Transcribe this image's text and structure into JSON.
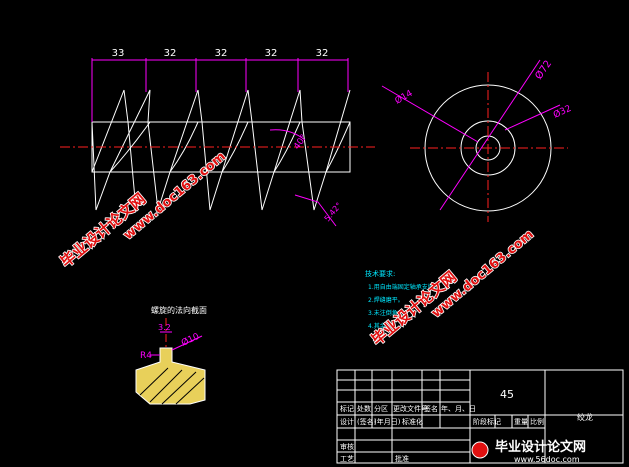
{
  "dimensions": {
    "pitch": [
      "33",
      "32",
      "32",
      "32",
      "32"
    ],
    "angle": "40°",
    "diameter_outer": "Ø72",
    "diameter_inner": "Ø32",
    "diameter_bore": "Ø14",
    "flank_radius": "R4",
    "flank_dia": "Ø10",
    "flank_small": "3.2",
    "helix_small": "5.42°"
  },
  "section_view": {
    "title": "螺旋的法向截面"
  },
  "tech_notes": {
    "title": "技术要求:",
    "items": [
      "1.用自由端固定轴承支撑。",
      "2.焊缝磨平。",
      "3.未注倒角C1。",
      "4.其余"
    ]
  },
  "title_block": {
    "material": "45",
    "part_name": "绞龙",
    "row_marks": [
      "标记",
      "处数",
      "分区",
      "更改文件号",
      "签名",
      "年、月、日"
    ],
    "row_design": [
      "设计",
      "(签名)",
      "(年月日)",
      "标准化",
      "阶段标记",
      "重量",
      "比例"
    ],
    "row_review": "审核",
    "row_process": "工艺",
    "row_approve": "批准"
  },
  "watermarks": {
    "site_cn": "毕业设计论文网",
    "site_url": "www.doc163.com",
    "footer_cn": "毕业设计论文网",
    "footer_url": "www.56doc.com"
  },
  "colors": {
    "background": "#000000",
    "outline": "#ffffff",
    "dimension": "#ff00ff",
    "centerline": "#ff2020",
    "hatch": "#e8d05a",
    "notes": "#00e8ff",
    "watermark": "#e01010"
  }
}
